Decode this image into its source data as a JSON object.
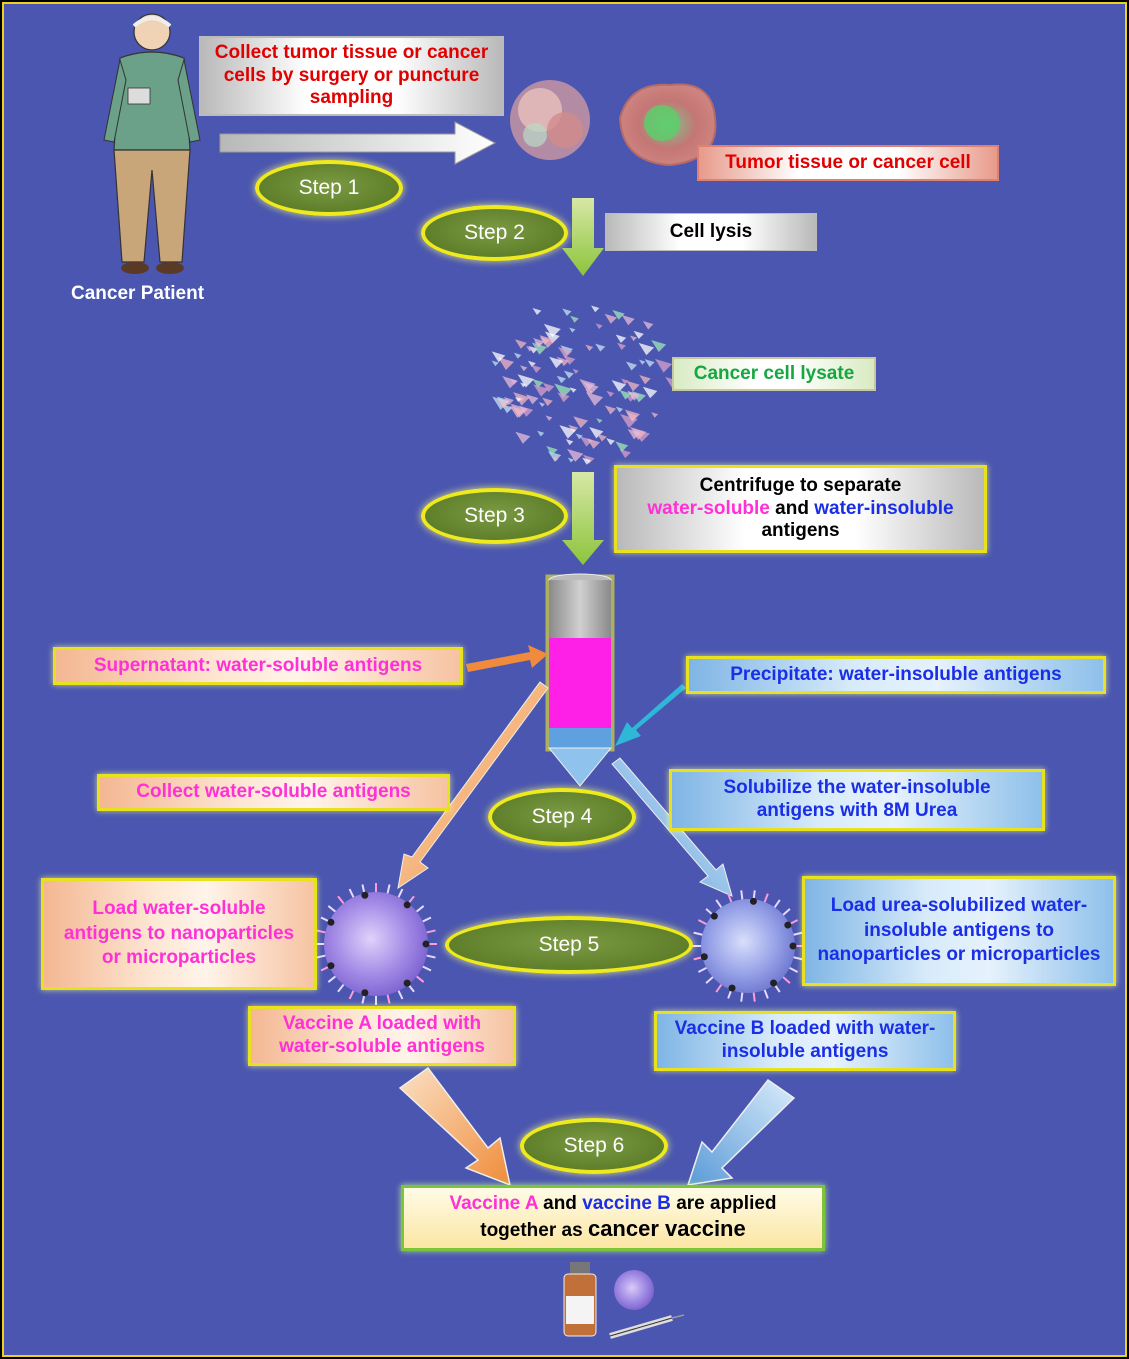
{
  "patient_label": "Cancer Patient",
  "collect_box": "Collect tumor tissue or cancer cells by surgery or puncture sampling",
  "tumor_label": "Tumor tissue or cancer cell",
  "steps": [
    "Step 1",
    "Step 2",
    "Step 3",
    "Step 4",
    "Step 5",
    "Step 6"
  ],
  "cell_lysis": "Cell lysis",
  "lysate_label": "Cancer cell lysate",
  "centrifuge": {
    "line1": "Centrifuge to separate",
    "soluble": "water-soluble",
    "and": " and ",
    "insoluble": "water-insoluble",
    "line3": "antigens"
  },
  "supernatant": "Supernatant: water-soluble antigens",
  "precipitate": "Precipitate: water-insoluble antigens",
  "collect_soluble": "Collect water-soluble antigens",
  "solubilize": "Solubilize the water-insoluble antigens with 8M Urea",
  "load_soluble": "Load water-soluble antigens to nanoparticles or microparticles",
  "load_insoluble": "Load urea-solubilized water-insoluble antigens to nanoparticles or microparticles",
  "vaccine_a": "Vaccine A loaded with water-soluble antigens",
  "vaccine_b": "Vaccine B loaded with water-insoluble antigens",
  "final": {
    "vaccine_a": "Vaccine A",
    "and": " and ",
    "vaccine_b": "vaccine B",
    "rest1": " are applied",
    "rest2": "together as ",
    "cancer_vaccine": "cancer vaccine"
  },
  "colors": {
    "background": "#4a56b0",
    "border": "#e8d21a",
    "soluble": "#ff30d6",
    "insoluble": "#1a2ee6",
    "step_fill": "#5f7f2a"
  }
}
